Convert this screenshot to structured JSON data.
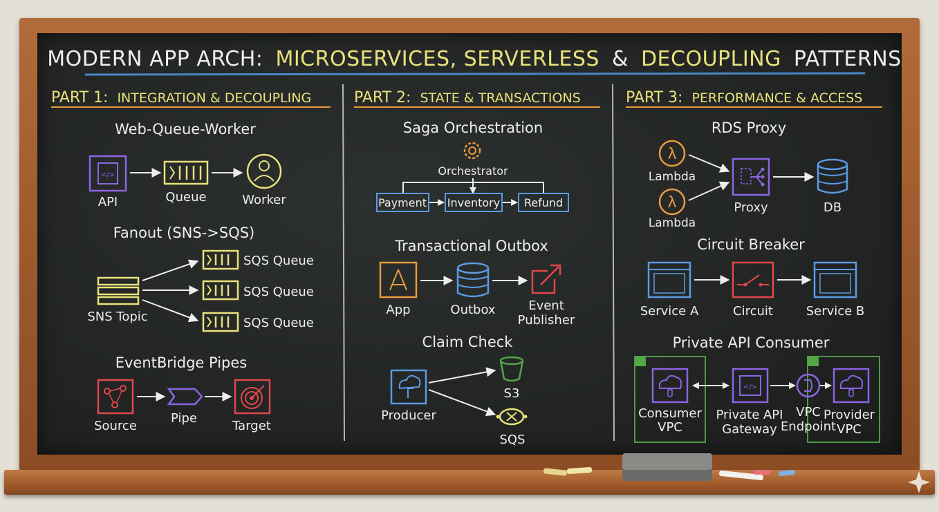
{
  "title": {
    "lead": "MODERN APP ARCH:",
    "highlight": "MICROSERVICES, SERVERLESS",
    "amp": "&",
    "tail1": "DECOUPLING",
    "tail2": "PATTERNS"
  },
  "parts": [
    {
      "label": "PART 1:",
      "text": "INTEGRATION & DECOUPLING"
    },
    {
      "label": "PART 2:",
      "text": "STATE & TRANSACTIONS"
    },
    {
      "label": "PART 3:",
      "text": "PERFORMANCE & ACCESS"
    }
  ],
  "wqw": {
    "title": "Web-Queue-Worker",
    "api": "API",
    "queue": "Queue",
    "worker": "Worker"
  },
  "fanout": {
    "title": "Fanout (SNS->SQS)",
    "topic": "SNS Topic",
    "queues": [
      "SQS Queue",
      "SQS Queue",
      "SQS Queue"
    ]
  },
  "pipes": {
    "title": "EventBridge Pipes",
    "source": "Source",
    "pipe": "Pipe",
    "target": "Target"
  },
  "saga": {
    "title": "Saga Orchestration",
    "orchestrator": "Orchestrator",
    "payment": "Payment",
    "inventory": "Inventory",
    "refund": "Refund"
  },
  "outbox": {
    "title": "Transactional Outbox",
    "app": "App",
    "outbox": "Outbox",
    "publisher_1": "Event",
    "publisher_2": "Publisher"
  },
  "claim": {
    "title": "Claim Check",
    "producer": "Producer",
    "s3": "S3",
    "sqs": "SQS"
  },
  "rds": {
    "title": "RDS Proxy",
    "lambda1": "Lambda",
    "lambda2": "Lambda",
    "proxy": "Proxy",
    "db": "DB"
  },
  "circuit": {
    "title": "Circuit Breaker",
    "service_a": "Service A",
    "circuit": "Circuit",
    "service_b": "Service B"
  },
  "private": {
    "title": "Private API Consumer",
    "consumer_1": "Consumer",
    "consumer_2": "VPC",
    "gateway_1": "Private API",
    "gateway_2": "Gateway",
    "endpoint_1": "VPC",
    "endpoint_2": "Endpoint",
    "provider_1": "Provider",
    "provider_2": "VPC"
  },
  "colors": {
    "white": "#eeeeea",
    "yellow": "#e9e27a",
    "orange": "#eb9a3c",
    "blue": "#5b9ae4",
    "purple": "#8c64e4",
    "red": "#e0474b",
    "green": "#54a648",
    "chalk_line": "#dcdcd6",
    "underline": "#4a86c8"
  }
}
